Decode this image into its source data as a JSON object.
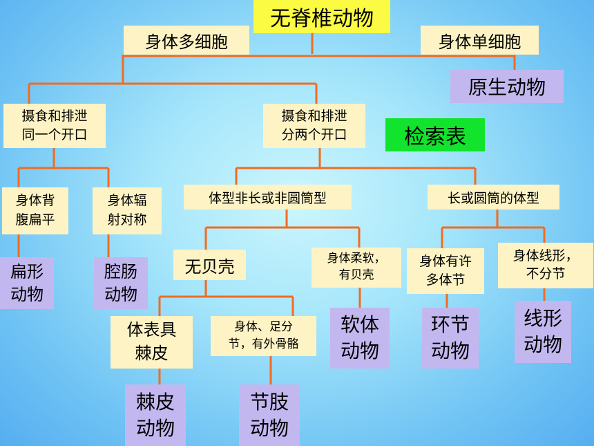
{
  "diagram": {
    "root": "无脊椎动物",
    "key_title": "检索表",
    "conditions": {
      "multicellular": "身体多细胞",
      "unicellular": "身体单细胞",
      "one_opening": "摄食和排泄\n同一个开口",
      "two_openings": "摄食和排泄\n分两个开口",
      "flat_body": "身体背\n腹扁平",
      "radial_symmetry": "身体辐\n射对称",
      "not_long_tube": "体型非长或非圆筒型",
      "long_tube": "长或圆筒的体型",
      "no_shell": "无贝壳",
      "soft_shell": "身体柔软，\n有贝壳",
      "many_segments": "身体有许\n多体节",
      "thread_unsegmented": "身体线形，\n不分节",
      "spiny_skin": "体表具\n棘皮",
      "jointed_exoskeleton": "身体、足分\n节，有外骨骼"
    },
    "animals": {
      "protozoa": "原生动物",
      "flatworms": "扁形\n动物",
      "coelenterates": "腔肠\n动物",
      "mollusks": "软体\n动物",
      "annelids": "环节\n动物",
      "nematodes": "线形\n动物",
      "echinoderms": "棘皮\n动物",
      "arthropods": "节肢\n动物"
    },
    "colors": {
      "connector": "#f26b21",
      "condition_box": "#fdf3c4",
      "animal_box": "#c2b8ef",
      "title_box": "#fcfb43",
      "key_box": "#12e32c"
    }
  }
}
